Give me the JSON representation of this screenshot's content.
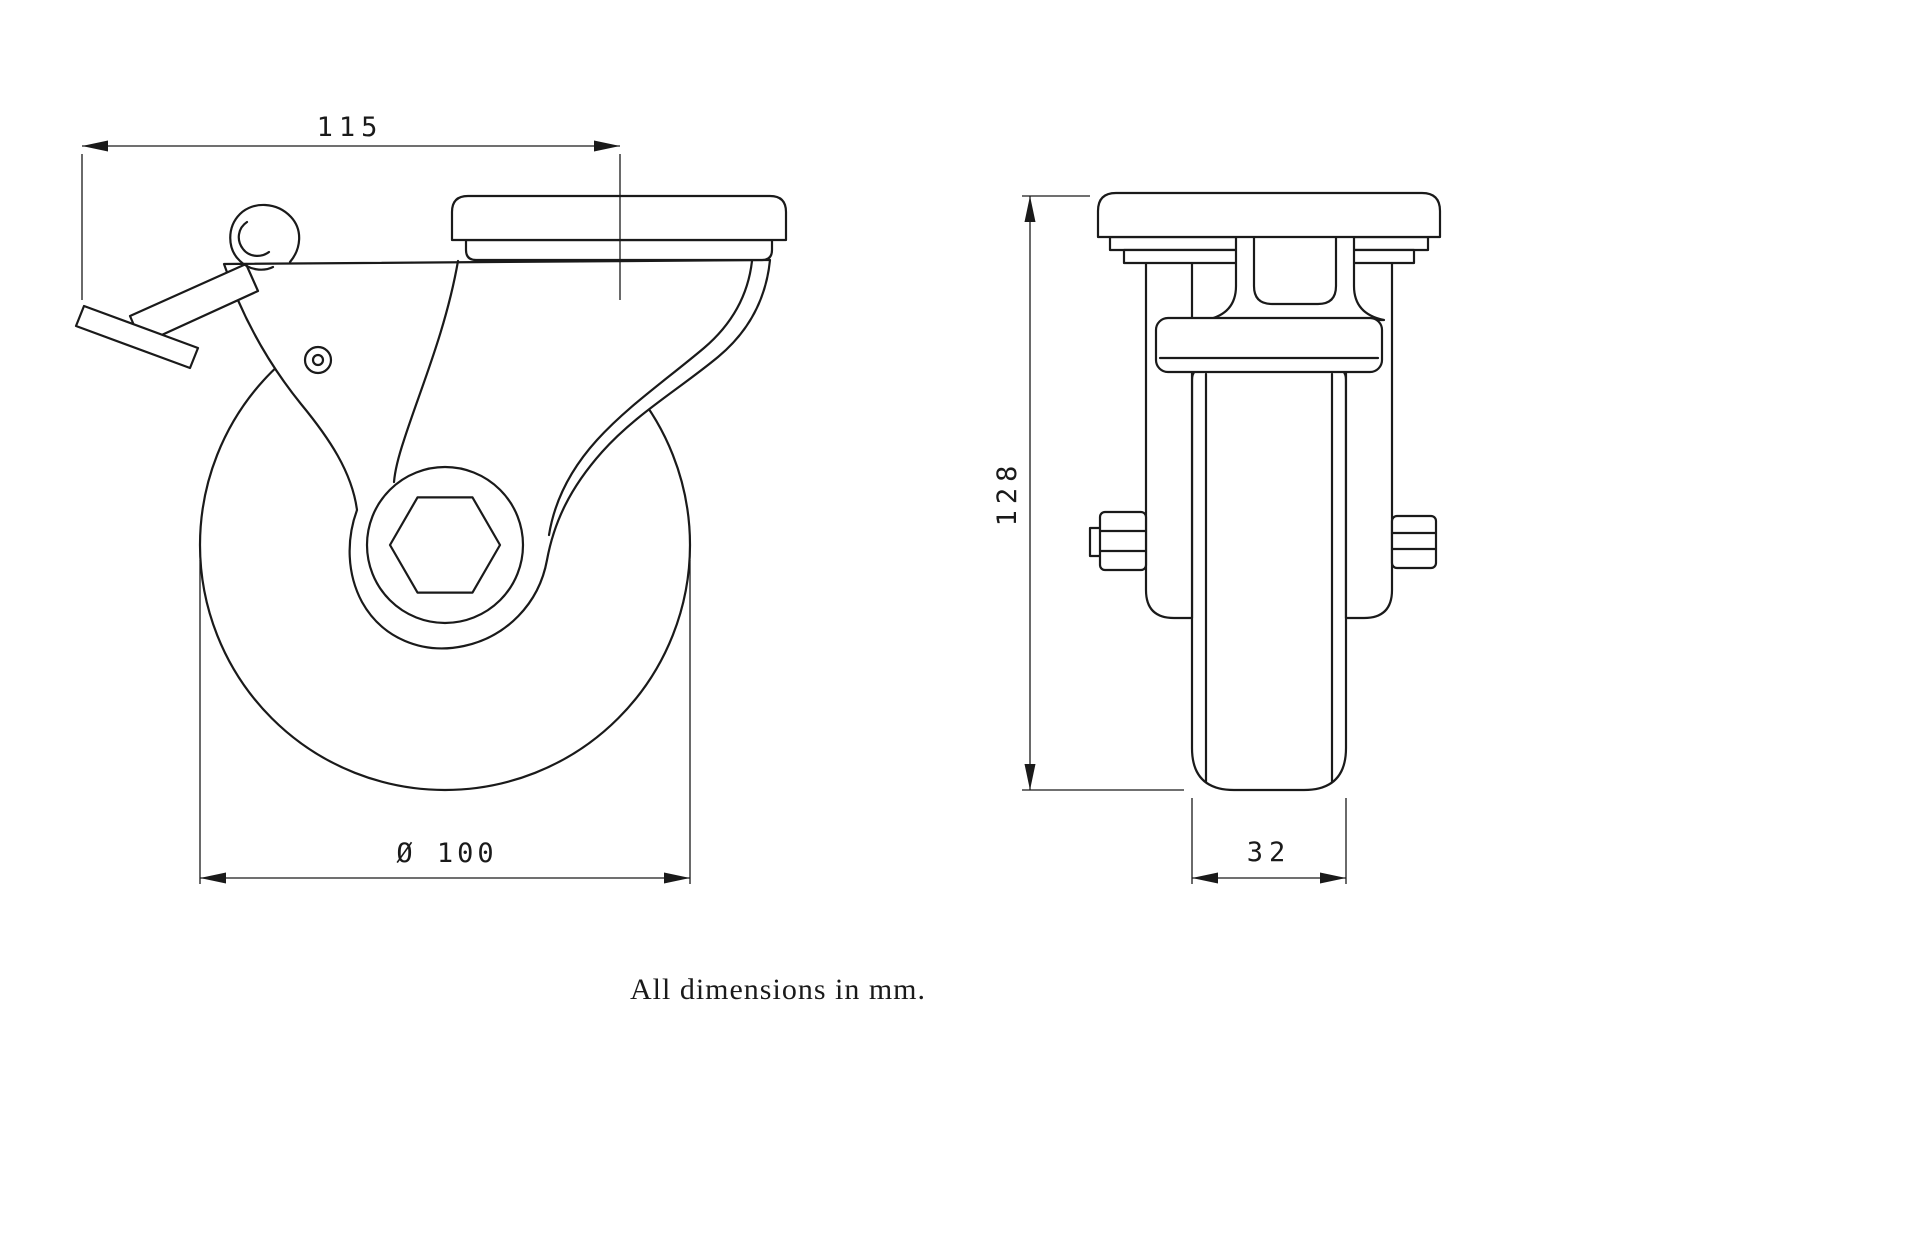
{
  "page": {
    "background": "#ffffff"
  },
  "colors": {
    "line": "#1a1a1a"
  },
  "drawing": {
    "caption": "All dimensions in mm.",
    "dimensions": {
      "mount_width": "115",
      "wheel_diameter": "Ø 100",
      "overall_height": "128",
      "wheel_width": "32"
    }
  }
}
